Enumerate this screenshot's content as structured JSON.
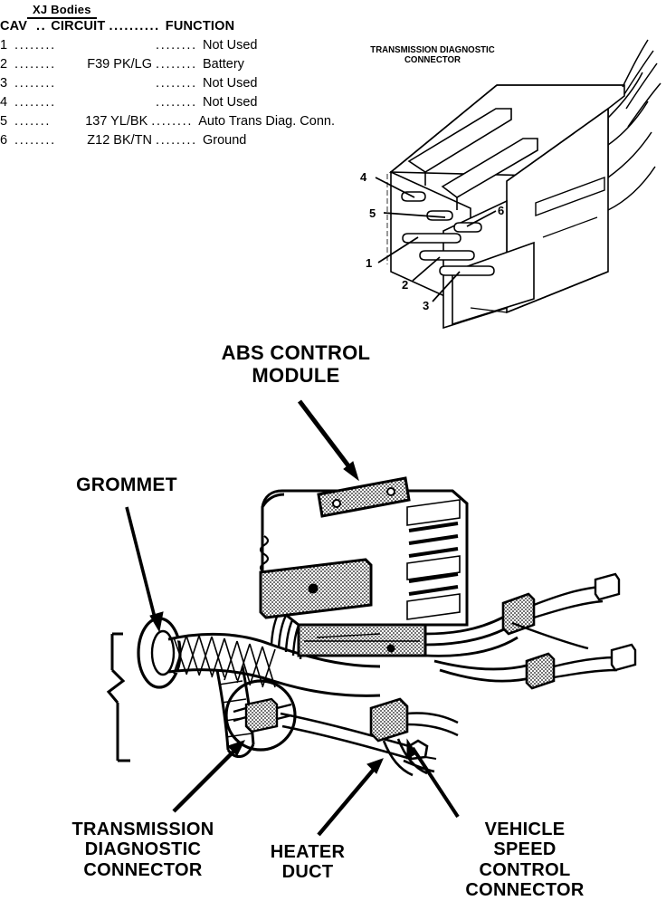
{
  "table": {
    "title": "XJ Bodies",
    "columns": [
      "CAV",
      "CIRCUIT",
      "FUNCTION"
    ],
    "header_sep_1": "..",
    "header_sep_2": "..........",
    "rows": [
      {
        "cav": "1",
        "circuit": "",
        "function": "Not Used"
      },
      {
        "cav": "2",
        "circuit": "F39 PK/LG",
        "function": "Battery"
      },
      {
        "cav": "3",
        "circuit": "",
        "function": "Not Used"
      },
      {
        "cav": "4",
        "circuit": "",
        "function": "Not Used"
      },
      {
        "cav": "5",
        "circuit": "137 YL/BK",
        "function": "Auto Trans Diag. Conn."
      },
      {
        "cav": "6",
        "circuit": "Z12 BK/TN",
        "function": "Ground"
      }
    ]
  },
  "connector": {
    "title_line1": "TRANSMISSION DIAGNOSTIC",
    "title_line2": "CONNECTOR",
    "pins": [
      {
        "number": "4"
      },
      {
        "number": "5"
      },
      {
        "number": "1"
      },
      {
        "number": "2"
      },
      {
        "number": "3"
      },
      {
        "number": "6"
      }
    ]
  },
  "callouts": {
    "abs_line1": "ABS CONTROL",
    "abs_line2": "MODULE",
    "grommet": "GROMMET",
    "trans_line1": "TRANSMISSION",
    "trans_line2": "DIAGNOSTIC",
    "trans_line3": "CONNECTOR",
    "heater_line1": "HEATER",
    "heater_line2": "DUCT",
    "vsc_line1": "VEHICLE",
    "vsc_line2": "SPEED",
    "vsc_line3": "CONTROL",
    "vsc_line4": "CONNECTOR"
  },
  "colors": {
    "ink": "#000000",
    "paper": "#ffffff"
  }
}
